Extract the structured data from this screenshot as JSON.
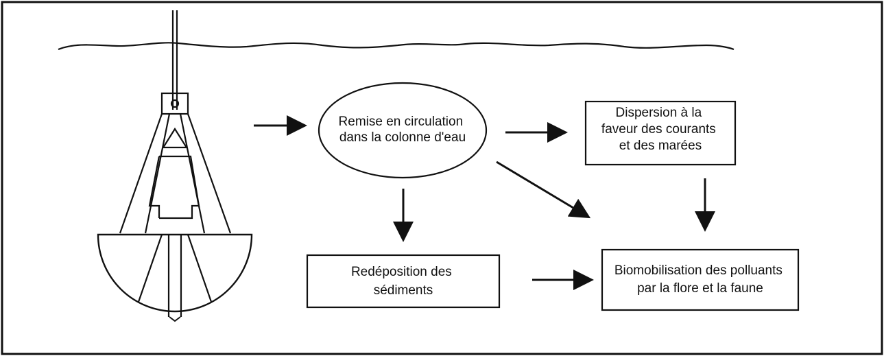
{
  "diagram": {
    "nodes": {
      "resuspension": {
        "shape": "ellipse",
        "lines": [
          "Remise en circulation",
          "dans la colonne d'eau"
        ]
      },
      "dispersion": {
        "shape": "box",
        "lines": [
          "Dispersion à la",
          "faveur des courants",
          "et des marées"
        ]
      },
      "redeposition": {
        "shape": "box",
        "lines": [
          "Redéposition des",
          "sédiments"
        ]
      },
      "biomobilisation": {
        "shape": "box",
        "lines": [
          "Biomobilisation des polluants",
          "par la flore et la faune"
        ]
      }
    },
    "edges": [
      {
        "from": "dredge-grab",
        "to": "resuspension"
      },
      {
        "from": "resuspension",
        "to": "dispersion"
      },
      {
        "from": "resuspension",
        "to": "redeposition"
      },
      {
        "from": "resuspension",
        "to": "biomobilisation"
      },
      {
        "from": "dispersion",
        "to": "biomobilisation"
      },
      {
        "from": "redeposition",
        "to": "biomobilisation"
      }
    ],
    "illustration": {
      "icon": "clamshell-dredge-grab-icon",
      "surface": "water-surface-line"
    },
    "colors": {
      "ink": "#111111",
      "background": "#ffffff"
    }
  }
}
